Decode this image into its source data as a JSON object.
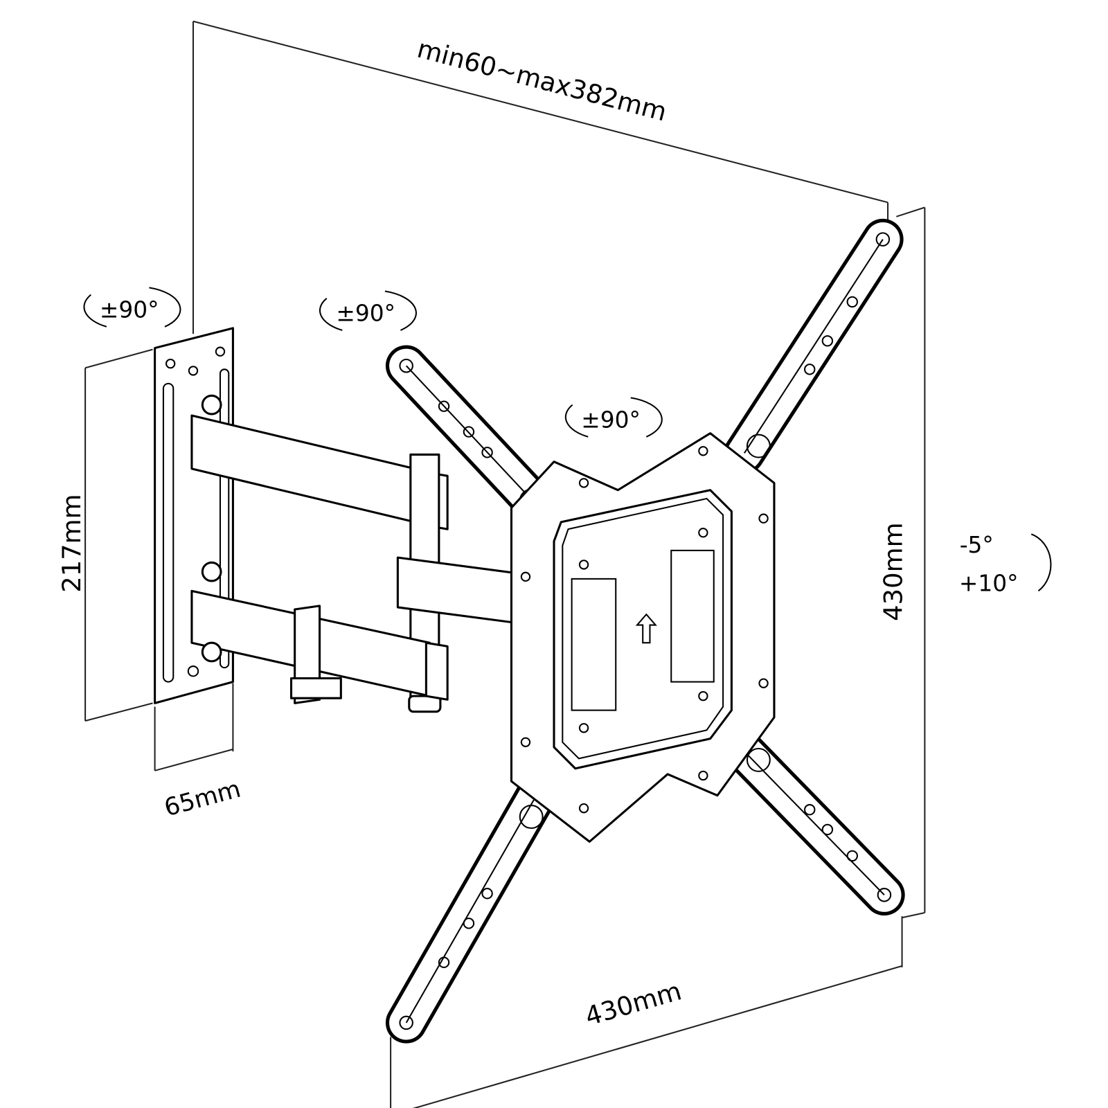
{
  "title": "TV wall mount dimension diagram",
  "dimensions": {
    "extension": "min60~max382mm",
    "wall_plate_height": "217mm",
    "wall_plate_width": "65mm",
    "vesa_height": "430mm",
    "vesa_width": "430mm"
  },
  "rotations": {
    "wall_swivel": "±90°",
    "arm_swivel": "±90°",
    "plate_rotation": "±90°",
    "tilt_down": "-5°",
    "tilt_up": "+10°"
  },
  "colors": {
    "line": "#000000",
    "background": "#ffffff"
  }
}
